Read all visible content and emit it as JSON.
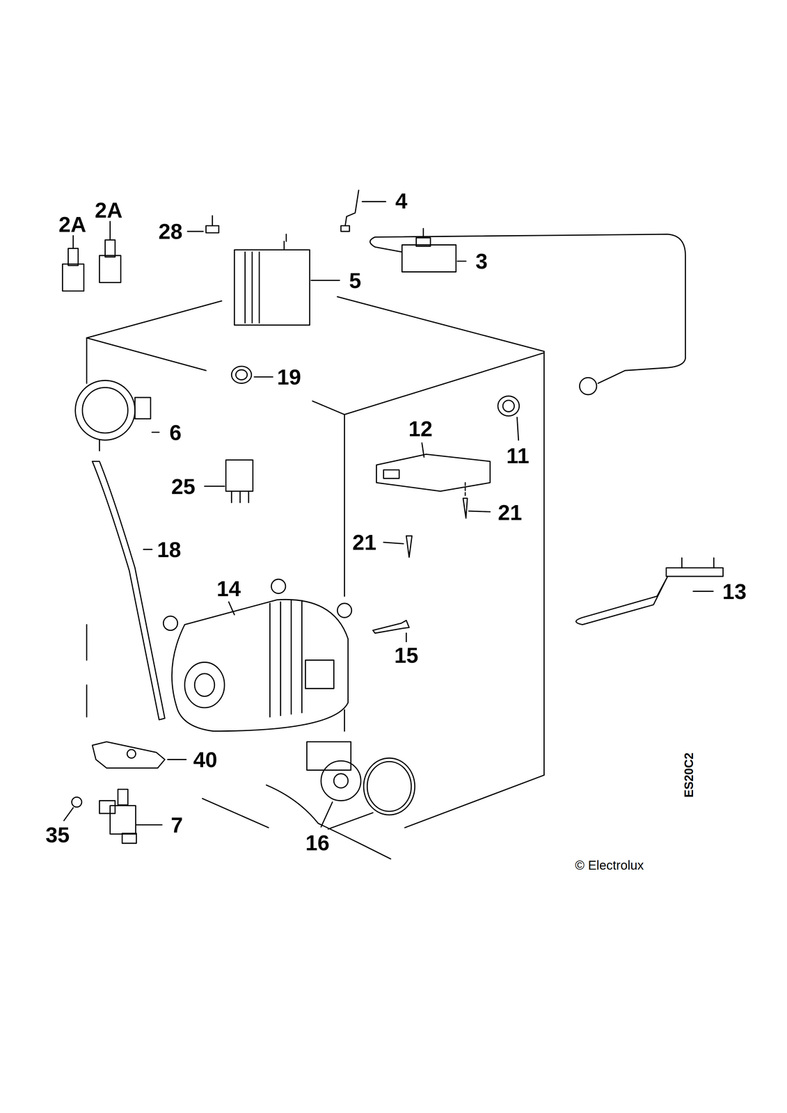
{
  "diagram": {
    "labels": [
      "2A",
      "2A",
      "28",
      "4",
      "3",
      "5",
      "19",
      "6",
      "12",
      "11",
      "25",
      "21",
      "21",
      "18",
      "14",
      "13",
      "15",
      "40",
      "16",
      "35",
      "7",
      "ES20C2",
      "© Electrolux"
    ]
  }
}
